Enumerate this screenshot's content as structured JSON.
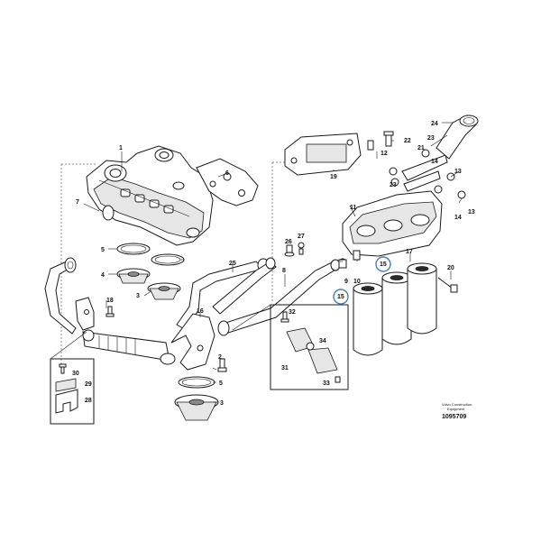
{
  "callouts": [
    {
      "id": "c1",
      "text": "1"
    },
    {
      "id": "c2",
      "text": "2"
    },
    {
      "id": "c3a",
      "text": "3"
    },
    {
      "id": "c3b",
      "text": "3"
    },
    {
      "id": "c4",
      "text": "4"
    },
    {
      "id": "c5a",
      "text": "5"
    },
    {
      "id": "c5b",
      "text": "5"
    },
    {
      "id": "c6",
      "text": "6"
    },
    {
      "id": "c7",
      "text": "7"
    },
    {
      "id": "c8",
      "text": "8"
    },
    {
      "id": "c9",
      "text": "9"
    },
    {
      "id": "c10",
      "text": "10"
    },
    {
      "id": "c11",
      "text": "11"
    },
    {
      "id": "c12",
      "text": "12"
    },
    {
      "id": "c13a",
      "text": "13"
    },
    {
      "id": "c13b",
      "text": "13"
    },
    {
      "id": "c14a",
      "text": "14"
    },
    {
      "id": "c14b",
      "text": "14"
    },
    {
      "id": "c15a",
      "text": "15"
    },
    {
      "id": "c15b",
      "text": "15"
    },
    {
      "id": "c16",
      "text": "16"
    },
    {
      "id": "c17",
      "text": "17"
    },
    {
      "id": "c18",
      "text": "18"
    },
    {
      "id": "c19",
      "text": "19"
    },
    {
      "id": "c20",
      "text": "20"
    },
    {
      "id": "c21",
      "text": "21"
    },
    {
      "id": "c22",
      "text": "22"
    },
    {
      "id": "c23a",
      "text": "23"
    },
    {
      "id": "c23b",
      "text": "23"
    },
    {
      "id": "c24",
      "text": "24"
    },
    {
      "id": "c25",
      "text": "25"
    },
    {
      "id": "c26",
      "text": "26"
    },
    {
      "id": "c27",
      "text": "27"
    },
    {
      "id": "c28",
      "text": "28"
    },
    {
      "id": "c29",
      "text": "29"
    },
    {
      "id": "c30",
      "text": "30"
    },
    {
      "id": "c31",
      "text": "31"
    },
    {
      "id": "c32",
      "text": "32"
    },
    {
      "id": "c33",
      "text": "33"
    },
    {
      "id": "c34",
      "text": "34"
    }
  ],
  "footer": {
    "brand_line1": "Volvo Construction",
    "brand_line2": "Equipment",
    "drawing_id": "1095709"
  }
}
